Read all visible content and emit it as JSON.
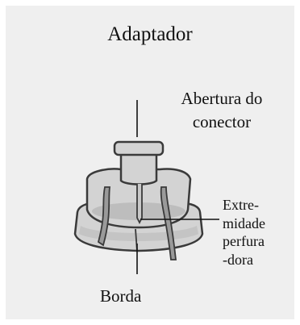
{
  "title": "Adaptador",
  "labels": {
    "opening": [
      "Abertura do",
      "conector"
    ],
    "tip": [
      "Extre-",
      "midade",
      "perfura",
      "-dora"
    ],
    "rim": "Borda"
  },
  "colors": {
    "panel": "#efefef",
    "body_fill": "#d3d3d3",
    "shade": "#bdbdbd",
    "outline": "#3a3a3a"
  }
}
